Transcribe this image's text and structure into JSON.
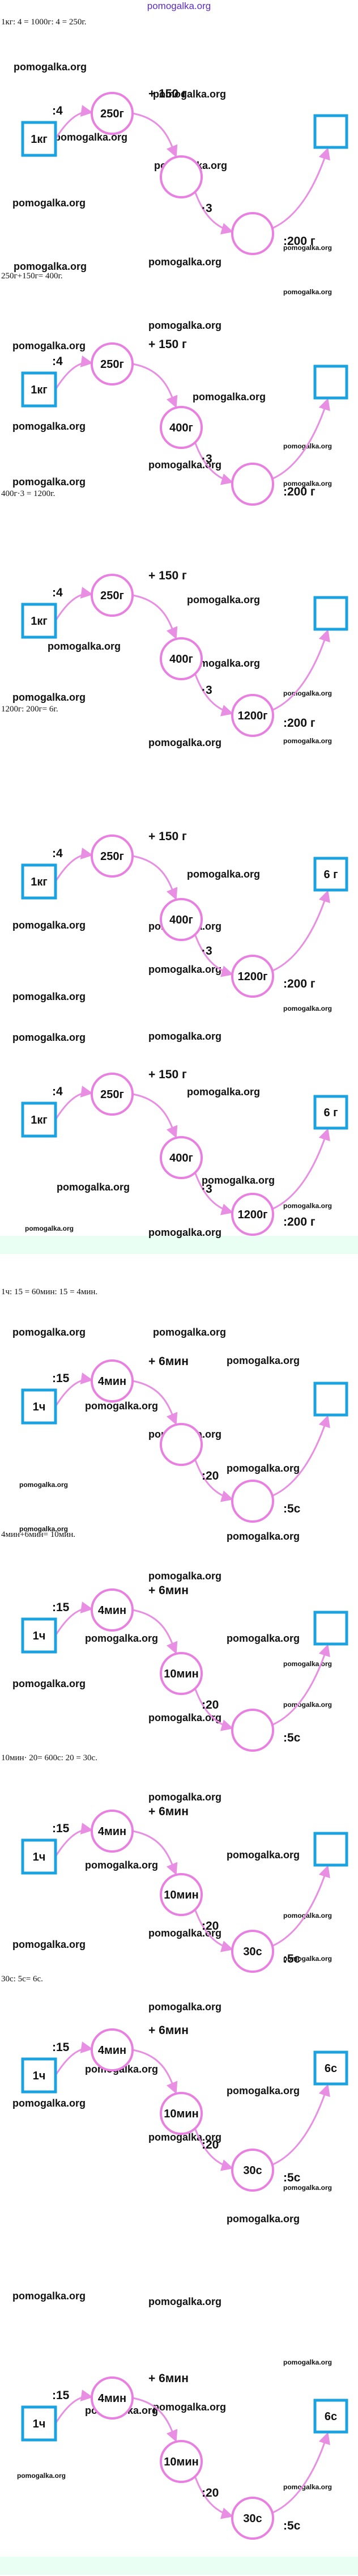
{
  "header": {
    "site_name": "pomogalka.org"
  },
  "watermark": "pomogalka.org",
  "equations": {
    "e1": "1кг: 4 = 1000г: 4 = 250г.",
    "e2": "250г+150г= 400г.",
    "e3": "400г·3 = 1200г.",
    "e4": "1200г: 200г= 6г.",
    "e5": "1ч: 15 = 60мин: 15 = 4мин.",
    "e6": "4мин+6мин= 10мин.",
    "e7": "10мин· 20= 600c: 20 = 30c.",
    "e8": "30c: 5c= 6c."
  },
  "mass_diagram": {
    "start": "1кг",
    "op_div": ":4",
    "n1": "250г",
    "op_add": "+ 150 г",
    "n2": "400г",
    "op_mul": "·3",
    "n3": "1200г",
    "op_last": ":200 г",
    "result": "6 г"
  },
  "time_diagram": {
    "start": "1ч",
    "op_div": ":15",
    "n1": "4мин",
    "op_add": "+ 6мин",
    "n2": "10мин",
    "op_mul": ":20",
    "n3": "30с",
    "op_last": ":5с",
    "result": "6с"
  }
}
